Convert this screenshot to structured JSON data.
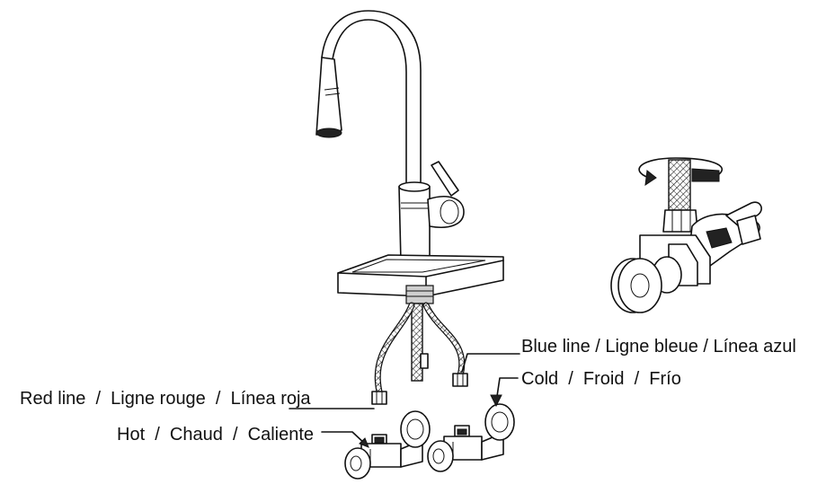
{
  "labels": {
    "blue_line": "Blue line / Ligne bleue / Línea azul",
    "cold": "Cold  /  Froid  /  Frío",
    "red_line": "Red line  /  Ligne rouge  /  Línea roja",
    "hot": "Hot  /  Chaud  /  Caliente"
  },
  "colors": {
    "line": "#111111",
    "background": "#ffffff",
    "shade": "#cfcfcf"
  }
}
